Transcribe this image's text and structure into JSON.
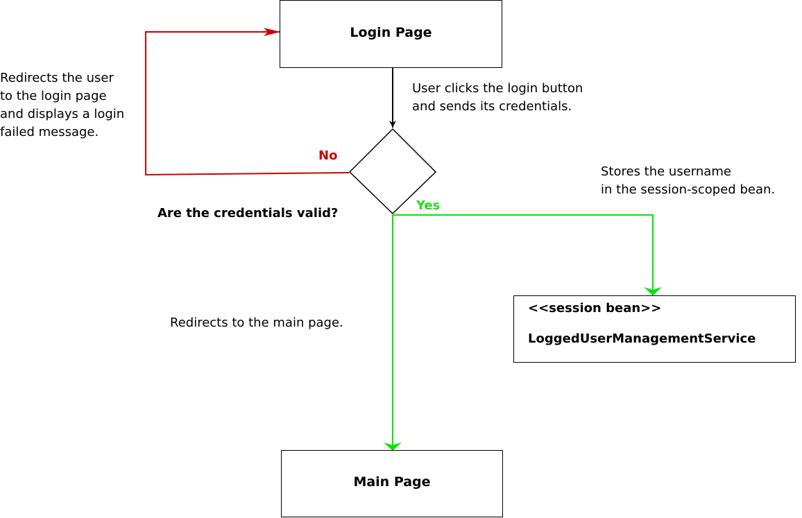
{
  "nodes": {
    "login_page": "Login Page",
    "main_page": "Main Page",
    "decision": "Are the credentials valid?",
    "session_bean_stereotype": "<<session bean>>",
    "session_bean_name": "LoggedUserManagementService"
  },
  "edges": {
    "login_to_decision": "User clicks the login button\nand sends its credentials.",
    "no_label": "No",
    "no_description": "Redirects the user\nto the login page\nand displays a login\nfailed message.",
    "yes_label": "Yes",
    "yes_to_bean": "Stores the username\nin the session-scoped bean.",
    "yes_to_main": "Redirects to the main page."
  },
  "colors": {
    "no_edge": "#cc0000",
    "yes_edge": "#00e600",
    "default_edge": "#000000"
  }
}
